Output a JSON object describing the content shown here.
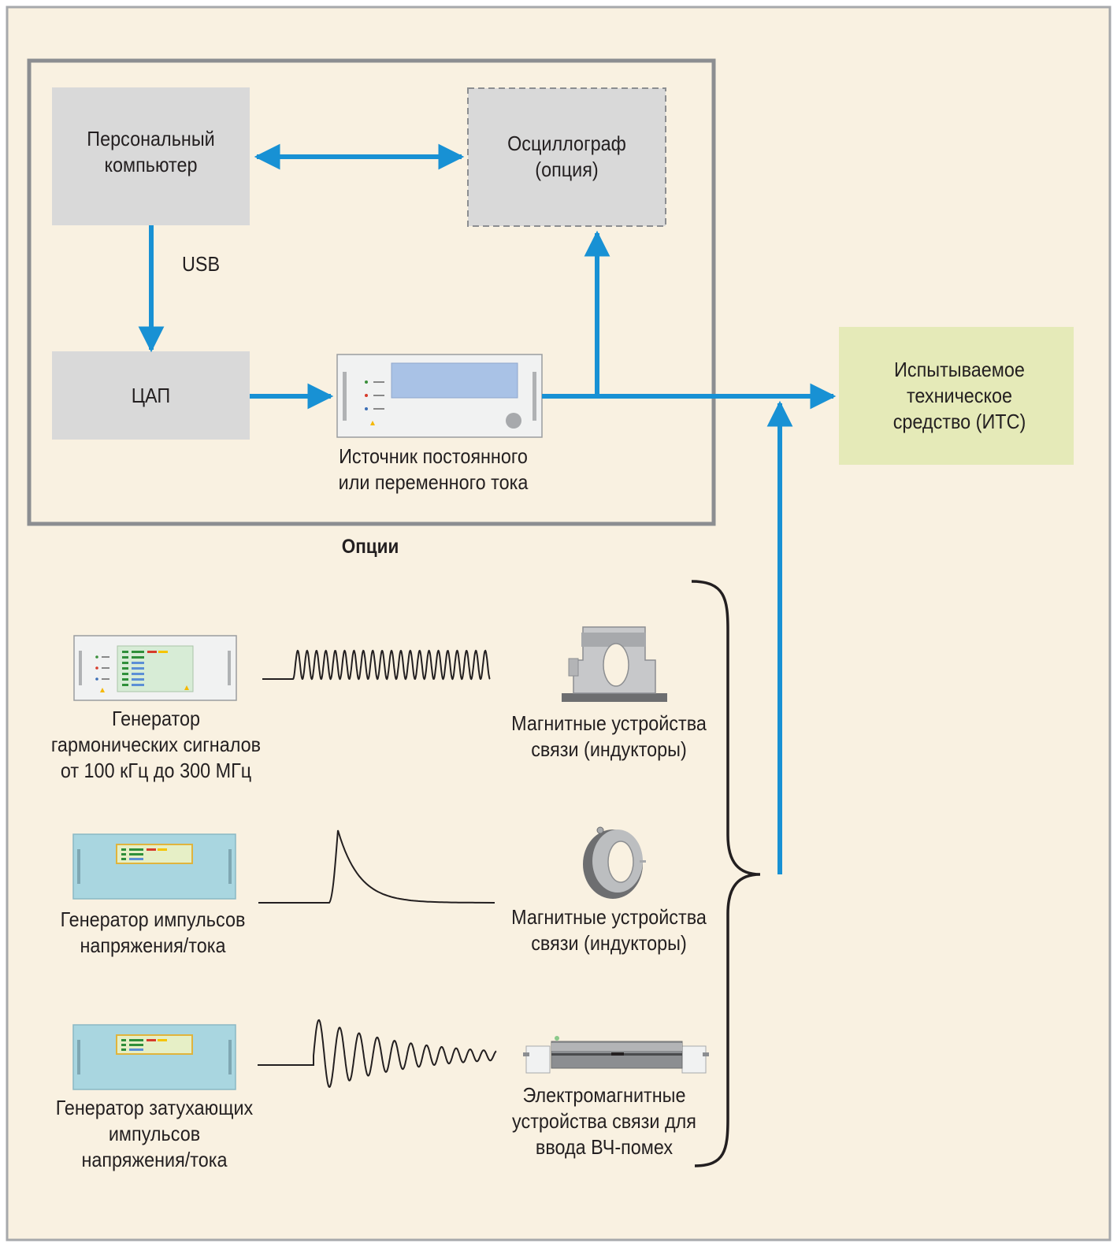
{
  "colors": {
    "background": "#f9f1e1",
    "frame": "#a7a9ac",
    "box": "#d9d9d9",
    "arrow": "#1891d4",
    "eut_box": "#e5eab8",
    "generator_blue": "#a9d6e0",
    "text": "#231f20"
  },
  "nodes": {
    "pc": "Персональный компьютер",
    "oscilloscope": "Осциллограф (опция)",
    "dac": "ЦАП",
    "power_source": "Источник постоянного или переменного тока",
    "eut": "Испытываемое техническое средство (ИТС)"
  },
  "edge_labels": {
    "usb": "USB"
  },
  "group_label": "Опции",
  "options": [
    {
      "generator": "Генератор гармонических сигналов от 100 кГц до 300 МГц",
      "coupler": "Магнитные устройства связи (индукторы)",
      "waveform": "sine-burst"
    },
    {
      "generator": "Генератор импульсов напряжения/тока",
      "coupler": "Магнитные устройства связи (индукторы)",
      "waveform": "single-pulse"
    },
    {
      "generator": "Генератор затухающих импульсов напряжения/тока",
      "coupler": "Электромагнитные устройства связи для ввода ВЧ-помех",
      "waveform": "damped-oscillation"
    }
  ]
}
